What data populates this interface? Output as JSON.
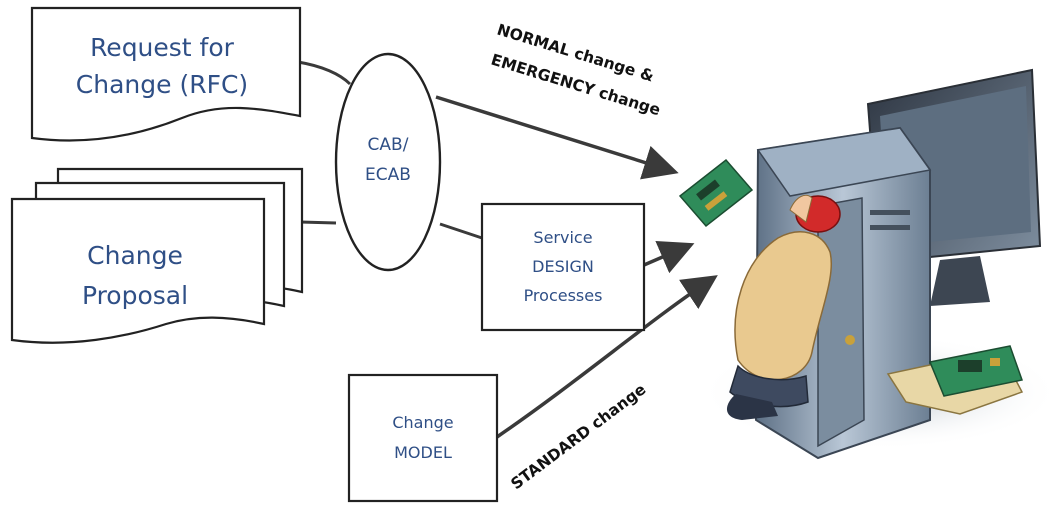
{
  "rfc": {
    "line1": "Request for",
    "line2": "Change (RFC)"
  },
  "proposal": {
    "line1": "Change",
    "line2": "Proposal"
  },
  "cab": {
    "line1": "CAB/",
    "line2": "ECAB"
  },
  "service_design": {
    "line1": "Service",
    "line2": "DESIGN",
    "line3": "Processes"
  },
  "change_model": {
    "line1": "Change",
    "line2": "MODEL"
  },
  "labels": {
    "normal_line1": "NORMAL change &",
    "normal_line2": "EMERGENCY change",
    "standard": "STANDARD change"
  },
  "colors": {
    "text_blue": "#2f4f86",
    "stroke": "#222222",
    "arrow": "#3a3a3a"
  }
}
